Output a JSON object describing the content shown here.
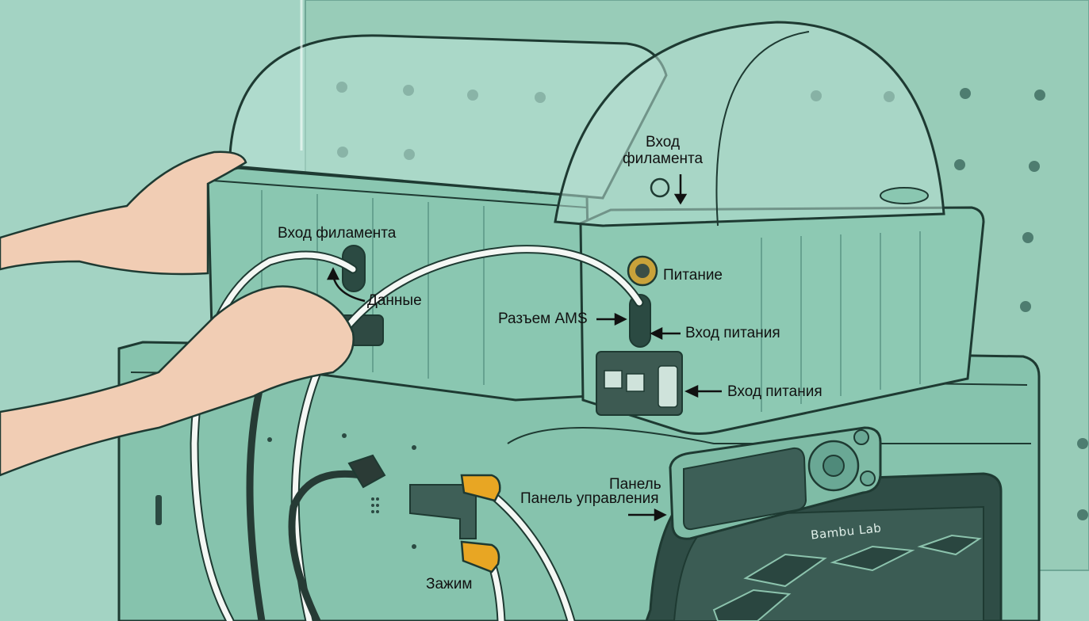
{
  "labels": {
    "filament_input_right": "Вход\nфиламента",
    "filament_input_left": "Вход филамента",
    "power": "Питание",
    "data": "Данные",
    "ams_connector": "Разъем AMS",
    "power_input_upper": "Вход питания",
    "power_input_lower": "Вход питания",
    "panel": "Панель",
    "control_panel": "Панель управления",
    "clamp": "Зажим"
  },
  "brand": {
    "logo_text": "Bambu Lab"
  },
  "colors": {
    "background": "#9ccfbf",
    "body": "#8cc8b2",
    "outline": "#1e3a32",
    "accent_clamp": "#e8a623",
    "grommet": "#c9a23a",
    "cable": "#f4f7f4",
    "screen": "#3d5f57"
  }
}
